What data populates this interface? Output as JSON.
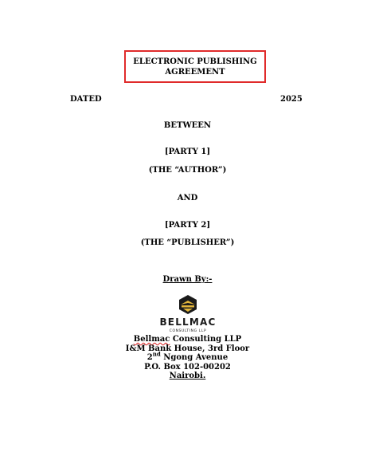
{
  "document": {
    "title_line1": "ELECTRONIC PUBLISHING",
    "title_line2": "AGREEMENT",
    "dated_label": "DATED",
    "year": "2025",
    "between": "BETWEEN",
    "party1": "[PARTY 1]",
    "party1_role": "(THE “AUTHOR”)",
    "and": "AND",
    "party2": "[PARTY 2]",
    "party2_role": "(THE “PUBLISHER”)",
    "drawn_by": "Drawn By:-"
  },
  "logo": {
    "icon": "bellmac-hexagon-icon",
    "name": "BELLMAC",
    "subtitle": "CONSULTING LLP",
    "color_dark": "#1a1a1a",
    "color_gold": "#e2b53b"
  },
  "address": {
    "firm_first": "Bellmac",
    "firm_rest": " Consulting LLP",
    "line2": "I&M Bank House, 3rd Floor",
    "line3_num": "2",
    "line3_sup": "nd",
    "line3_rest": " Ngong Avenue",
    "line4": "P.O. Box 102-00202",
    "line5": "Nairobi."
  }
}
